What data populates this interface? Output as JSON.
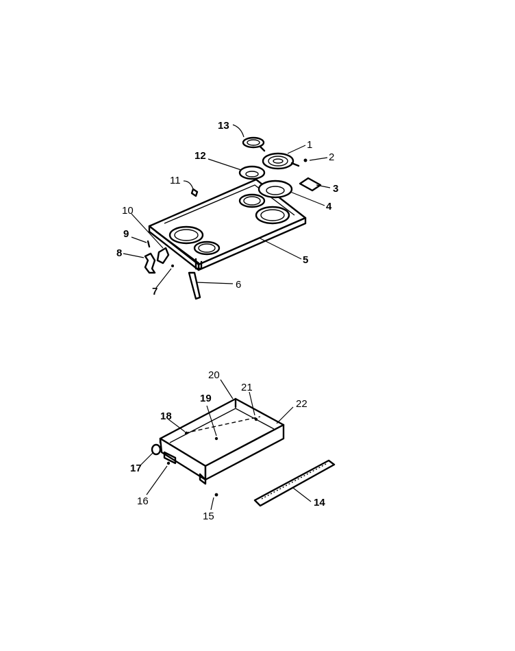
{
  "callouts": [
    {
      "id": "c13",
      "text": "13",
      "bold": true
    },
    {
      "id": "c1",
      "text": "1",
      "bold": false
    },
    {
      "id": "c2",
      "text": "2",
      "bold": false
    },
    {
      "id": "c12",
      "text": "12",
      "bold": true
    },
    {
      "id": "c11",
      "text": "11",
      "bold": false
    },
    {
      "id": "c3",
      "text": "3",
      "bold": true
    },
    {
      "id": "c4",
      "text": "4",
      "bold": true
    },
    {
      "id": "c10",
      "text": "10",
      "bold": false
    },
    {
      "id": "c9",
      "text": "9",
      "bold": true
    },
    {
      "id": "c8",
      "text": "8",
      "bold": true
    },
    {
      "id": "c5",
      "text": "5",
      "bold": true
    },
    {
      "id": "c7",
      "text": "7",
      "bold": true
    },
    {
      "id": "c6",
      "text": "6",
      "bold": false
    },
    {
      "id": "c20",
      "text": "20",
      "bold": false
    },
    {
      "id": "c21",
      "text": "21",
      "bold": false
    },
    {
      "id": "c19",
      "text": "19",
      "bold": true
    },
    {
      "id": "c22",
      "text": "22",
      "bold": false
    },
    {
      "id": "c18",
      "text": "18",
      "bold": true
    },
    {
      "id": "c17",
      "text": "17",
      "bold": true
    },
    {
      "id": "c16",
      "text": "16",
      "bold": false
    },
    {
      "id": "c15",
      "text": "15",
      "bold": false
    },
    {
      "id": "c14",
      "text": "14",
      "bold": true
    }
  ]
}
